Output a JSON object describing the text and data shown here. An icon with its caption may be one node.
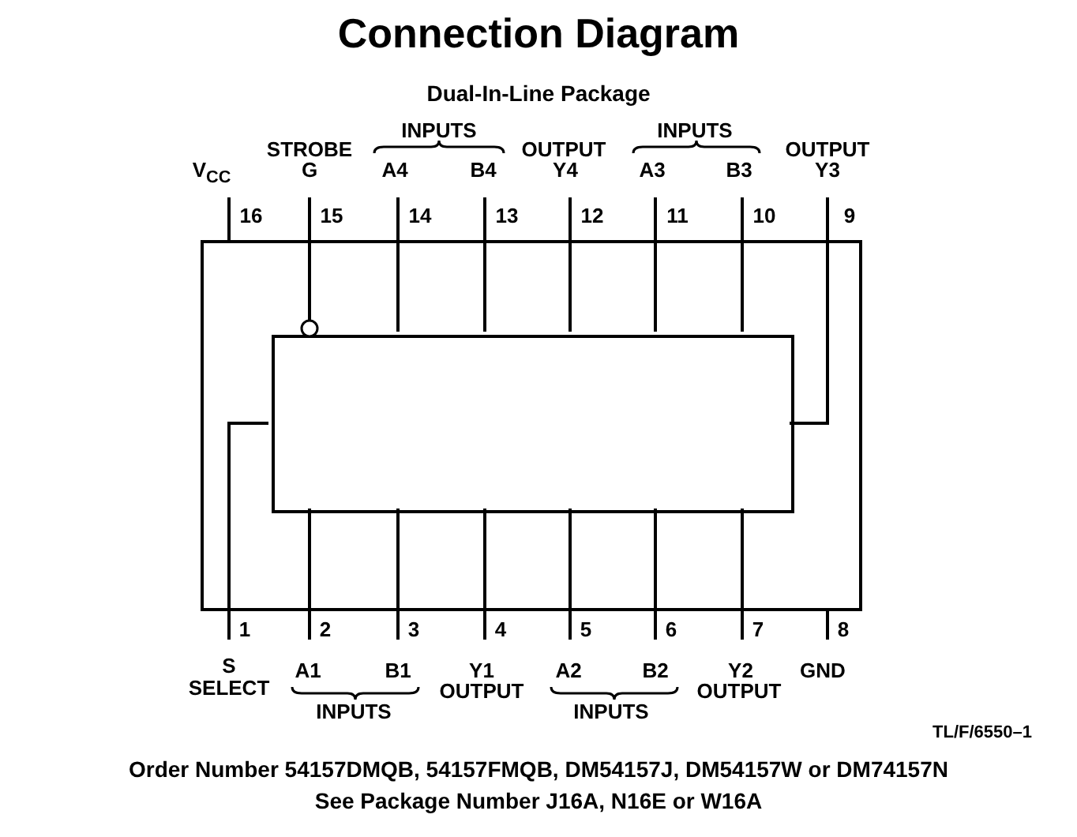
{
  "diagram": {
    "title": "Connection Diagram",
    "nodes": [
      {
        "text": [],
        "shape": "box"
      },
      {
        "text": [],
        "shape": "box",
        "in": 0
      }
    ],
    "labels": [
      "Dual-In-Line Package",
      "STROBE",
      "INPUTS",
      "OUTPUT",
      "INPUTS",
      "OUTPUT",
      "V$_{CC}$",
      "G",
      "A4",
      "B4",
      "Y4",
      "A3",
      "B3",
      "Y3",
      "16",
      "15",
      "14",
      "13",
      "12",
      "11",
      "10",
      "9",
      "1",
      "2",
      "3",
      "4",
      "5",
      "6",
      "7",
      "8",
      "S",
      "A1",
      "B1",
      "Y1",
      "A2",
      "B2",
      "Y2",
      "GND",
      "SELECT",
      "OUTPUT",
      "OUTPUT",
      "INPUTS",
      "INPUTS",
      "TL/F/6550–1",
      "Order Number 54157DMQB, 54157FMQB, DM54157J, DM54157W or DM74157N",
      "See Package Number J16A, N16E or W16A"
    ]
  }
}
